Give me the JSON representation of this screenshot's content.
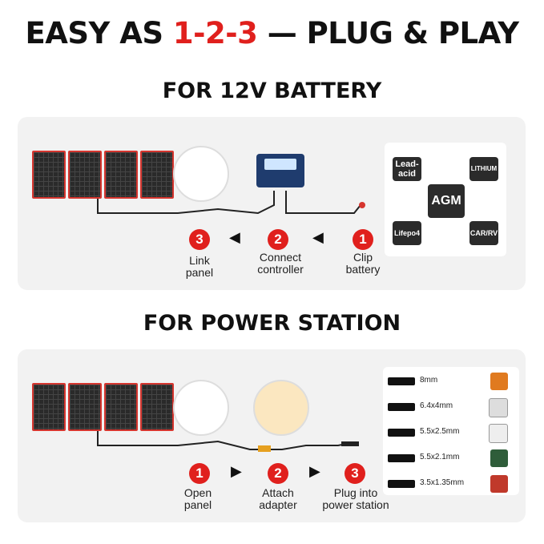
{
  "headline": {
    "part1": "EASY AS ",
    "part2": "1-2-3",
    "part3": " — PLUG & PLAY"
  },
  "battery_section": {
    "title": "FOR 12V BATTERY",
    "steps": [
      {
        "number": "3",
        "label": "Link\npanel"
      },
      {
        "number": "2",
        "label": "Connect\ncontroller"
      },
      {
        "number": "1",
        "label": "Clip\nbattery"
      }
    ],
    "battery_types": [
      "Lead-\nacid",
      "LITHIUM",
      "AGM",
      "Lifepo4",
      "CAR/RV"
    ]
  },
  "power_station_section": {
    "title": "FOR POWER STATION",
    "steps": [
      {
        "number": "1",
        "label": "Open\npanel"
      },
      {
        "number": "2",
        "label": "Attach\nadapter"
      },
      {
        "number": "3",
        "label": "Plug into\npower station"
      }
    ],
    "connectors": [
      "8mm",
      "6.4x4mm",
      "5.5x2.5mm",
      "5.5x2.1mm",
      "3.5x1.35mm"
    ]
  },
  "colors": {
    "accent": "#e0201d",
    "panel_bg": "#f2f2f2"
  }
}
